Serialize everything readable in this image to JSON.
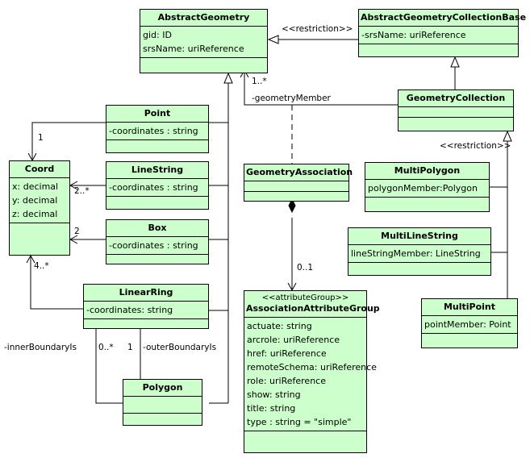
{
  "classes": {
    "abstract_geometry": {
      "name": "AbstractGeometry",
      "attributes": [
        "gid: ID",
        "srsName: uriReference"
      ]
    },
    "abstract_collection": {
      "name": "AbstractGeometryCollectionBase",
      "attributes": [
        "-srsName: uriReference"
      ]
    },
    "geometry_collection": {
      "name": "GeometryCollection",
      "attributes": []
    },
    "point": {
      "name": "Point",
      "attributes": [
        "-coordinates : string"
      ]
    },
    "coord": {
      "name": "Coord",
      "attributes": [
        "x: decimal",
        "y: decimal",
        "z: decimal"
      ]
    },
    "line_string": {
      "name": "LineString",
      "attributes": [
        "-coordinates : string"
      ]
    },
    "box": {
      "name": "Box",
      "attributes": [
        "-coordinates : string"
      ]
    },
    "linear_ring": {
      "name": "LinearRing",
      "attributes": [
        "-coordinates: string"
      ]
    },
    "polygon": {
      "name": "Polygon",
      "attributes": []
    },
    "geometry_association": {
      "name": "GeometryAssociation",
      "attributes": []
    },
    "association_attribute_group": {
      "stereotype": "<<attributeGroup>>",
      "name": "AssociationAttributeGroup",
      "attributes": [
        "actuate: string",
        "arcrole: uriReference",
        "href: uriReference",
        "remoteSchema: uriReference",
        "role: uriReference",
        "show: string",
        "title: string",
        "type : string  = \"simple\""
      ]
    },
    "multi_polygon": {
      "name": "MultiPolygon",
      "attributes": [
        "polygonMember:Polygon"
      ]
    },
    "multi_line_string": {
      "name": "MultiLineString",
      "attributes": [
        "lineStringMember: LineString"
      ]
    },
    "multi_point": {
      "name": "MultiPoint",
      "attributes": [
        "pointMember: Point"
      ]
    }
  },
  "labels": {
    "restriction_top": "<<restriction>>",
    "restriction_right": "<<restriction>>",
    "mult_geometry_member": "1..*",
    "role_geometry_member": "-geometryMember",
    "mult_point_coord": "1",
    "mult_linestring_coord": "2..*",
    "mult_box_coord": "2",
    "mult_ring_coord": "4..*",
    "role_inner": "-innerBoundaryIs",
    "mult_inner": "0..*",
    "mult_outer": "1",
    "role_outer": "-outerBoundaryIs",
    "mult_assoc_group": "0..1"
  }
}
